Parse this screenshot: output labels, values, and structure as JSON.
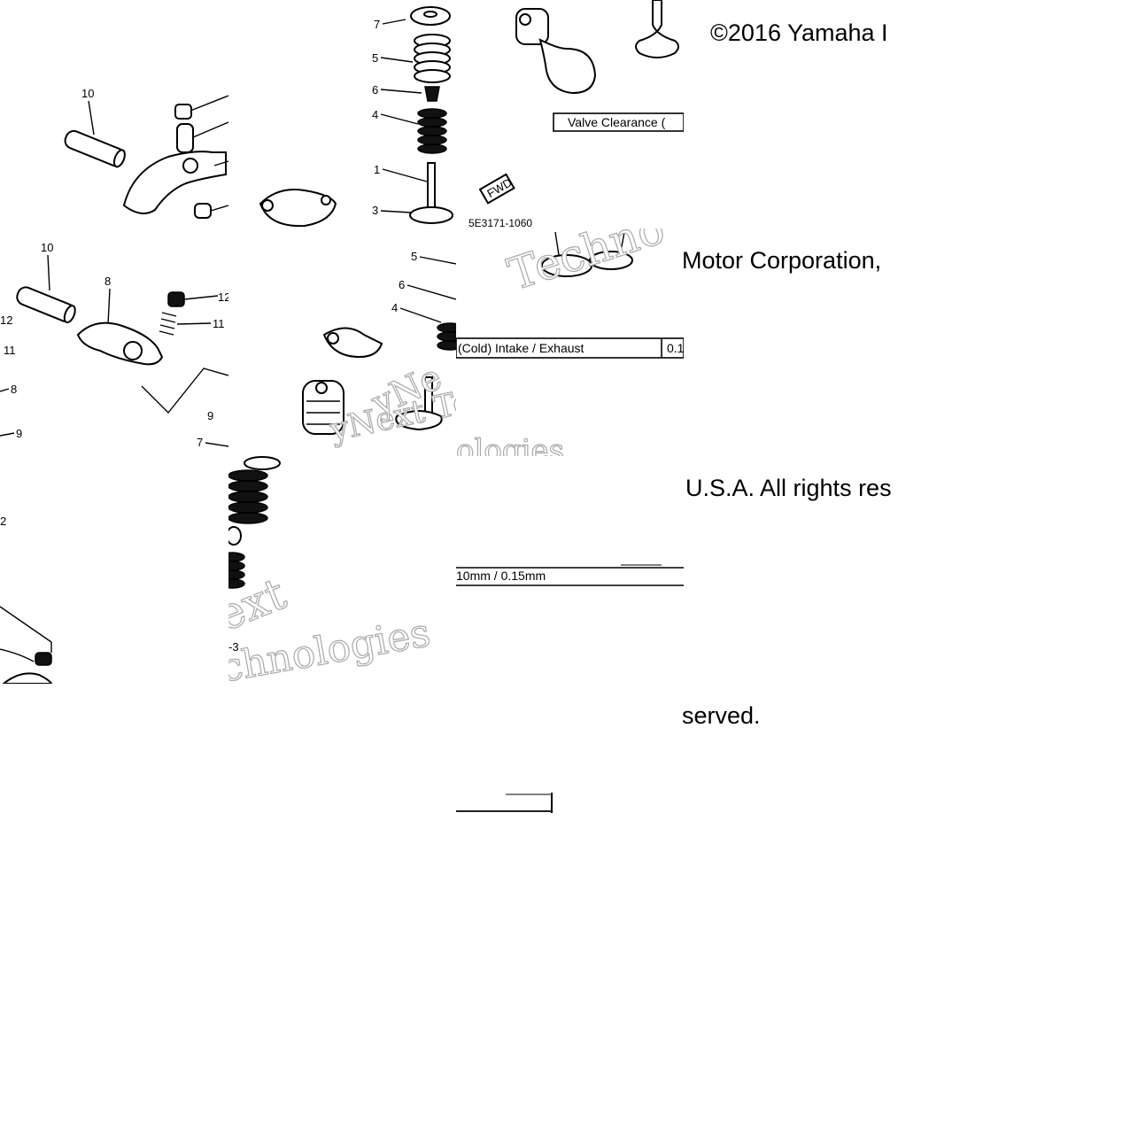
{
  "copyright": {
    "part1": "©2016 Yamaha I",
    "part2": "Motor Corporation,",
    "part3": "U.S.A. All rights res",
    "part4": "served."
  },
  "diagram": {
    "figure_code": "5E3171-1060",
    "fwd_tag": "FWD",
    "callouts": [
      "1",
      "3",
      "4",
      "5",
      "6",
      "7",
      "8",
      "9",
      "10",
      "11",
      "12"
    ],
    "callout_fragments": [
      "2",
      "-3"
    ]
  },
  "table": {
    "header": "Valve Clearance (",
    "row_fragment": "(Cold) Intake / Exhaust",
    "cell_fragment": "0.1",
    "value_fragment": "10mm / 0.15mm"
  },
  "watermark": {
    "line_a": "Techno",
    "line_b": "yNext Tec",
    "line_c": "ologies",
    "line_d": "ext",
    "line_e": "chnologies"
  }
}
